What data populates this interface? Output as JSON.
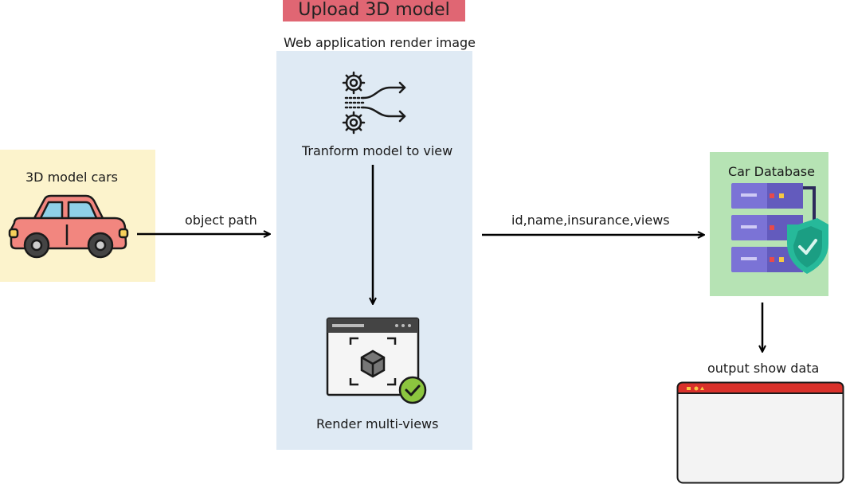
{
  "header": {
    "title": "Upload 3D model"
  },
  "web_app": {
    "caption": "Web application render image",
    "transform_label": "Tranform model to view",
    "render_label": "Render multi-views"
  },
  "source": {
    "label": "3D model cars"
  },
  "database": {
    "label": "Car Database"
  },
  "edges": {
    "object_path": "object path",
    "fields": "id,name,insurance,views",
    "output": "output show data"
  },
  "colors": {
    "title_bg": "#e06673",
    "web_panel": "#dfeaf4",
    "cars_panel": "#fcf3cc",
    "db_panel": "#b6e3b4",
    "output_header": "#d9312b"
  },
  "icons": [
    "gears-flow-icon",
    "render-window-icon",
    "car-icon",
    "server-shield-icon",
    "output-window-icon"
  ]
}
